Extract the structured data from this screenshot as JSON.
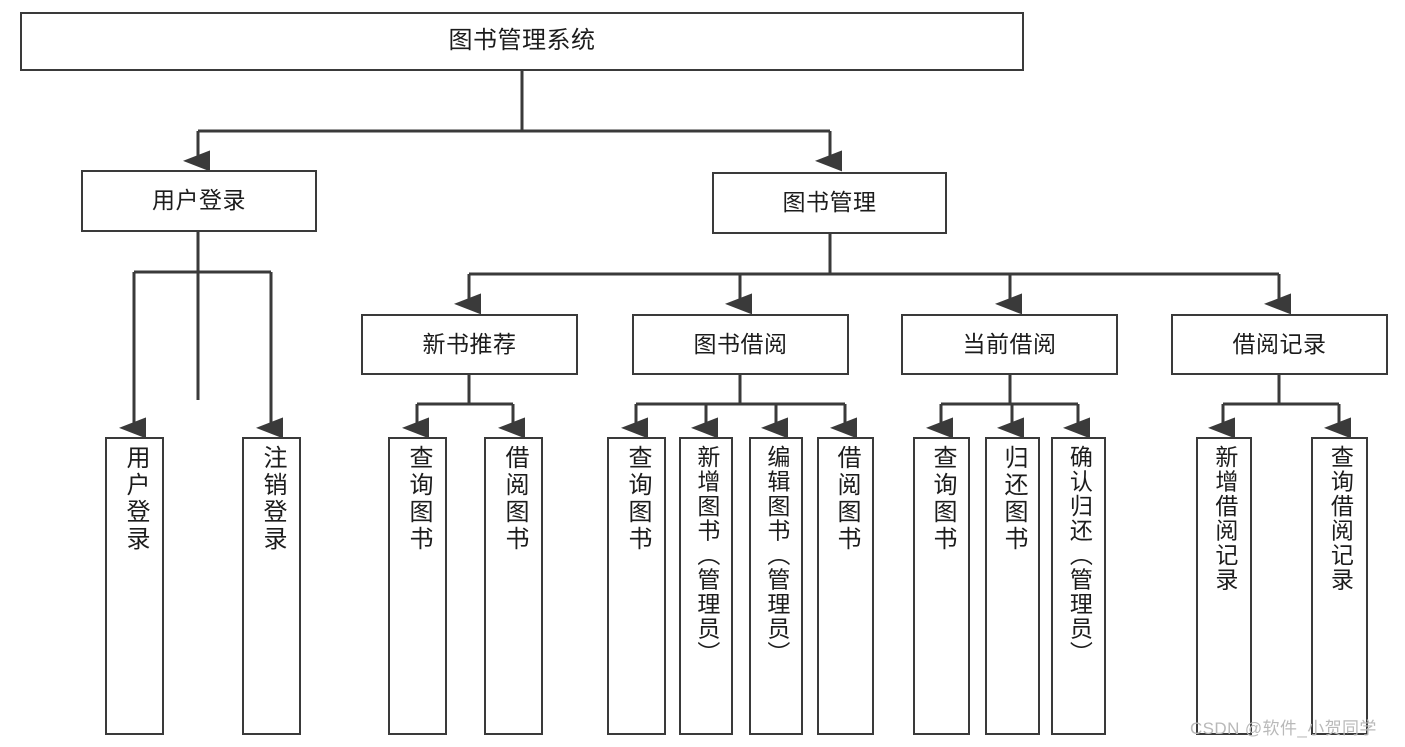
{
  "diagram": {
    "title": "图书管理系统",
    "type": "tree-hierarchy-diagram",
    "colors": {
      "box_border": "#3a3a3a",
      "box_fill": "#ffffff",
      "connector": "#3a3a3a",
      "text": "#1c1c1c",
      "watermark": "#b9b9b9",
      "background": "#ffffff"
    },
    "root": {
      "label": "图书管理系统"
    },
    "level2": [
      {
        "label": "用户登录"
      },
      {
        "label": "图书管理"
      }
    ],
    "level3": [
      {
        "label": "新书推荐"
      },
      {
        "label": "图书借阅"
      },
      {
        "label": "当前借阅"
      },
      {
        "label": "借阅记录"
      }
    ],
    "leaves": {
      "user_login": [
        {
          "label": "用户登录"
        },
        {
          "label": "注销登录"
        }
      ],
      "new_book_recommend": [
        {
          "label": "查询图书"
        },
        {
          "label": "借阅图书"
        }
      ],
      "book_borrow": [
        {
          "label": "查询图书"
        },
        {
          "label": "新增图书（管理员）"
        },
        {
          "label": "编辑图书（管理员）"
        },
        {
          "label": "借阅图书"
        }
      ],
      "current_borrow": [
        {
          "label": "查询图书"
        },
        {
          "label": "归还图书"
        },
        {
          "label": "确认归还（管理员）"
        }
      ],
      "borrow_record": [
        {
          "label": "新增借阅记录"
        },
        {
          "label": "查询借阅记录"
        }
      ]
    }
  },
  "watermark": {
    "text": "CSDN @软件_小贺同学"
  }
}
